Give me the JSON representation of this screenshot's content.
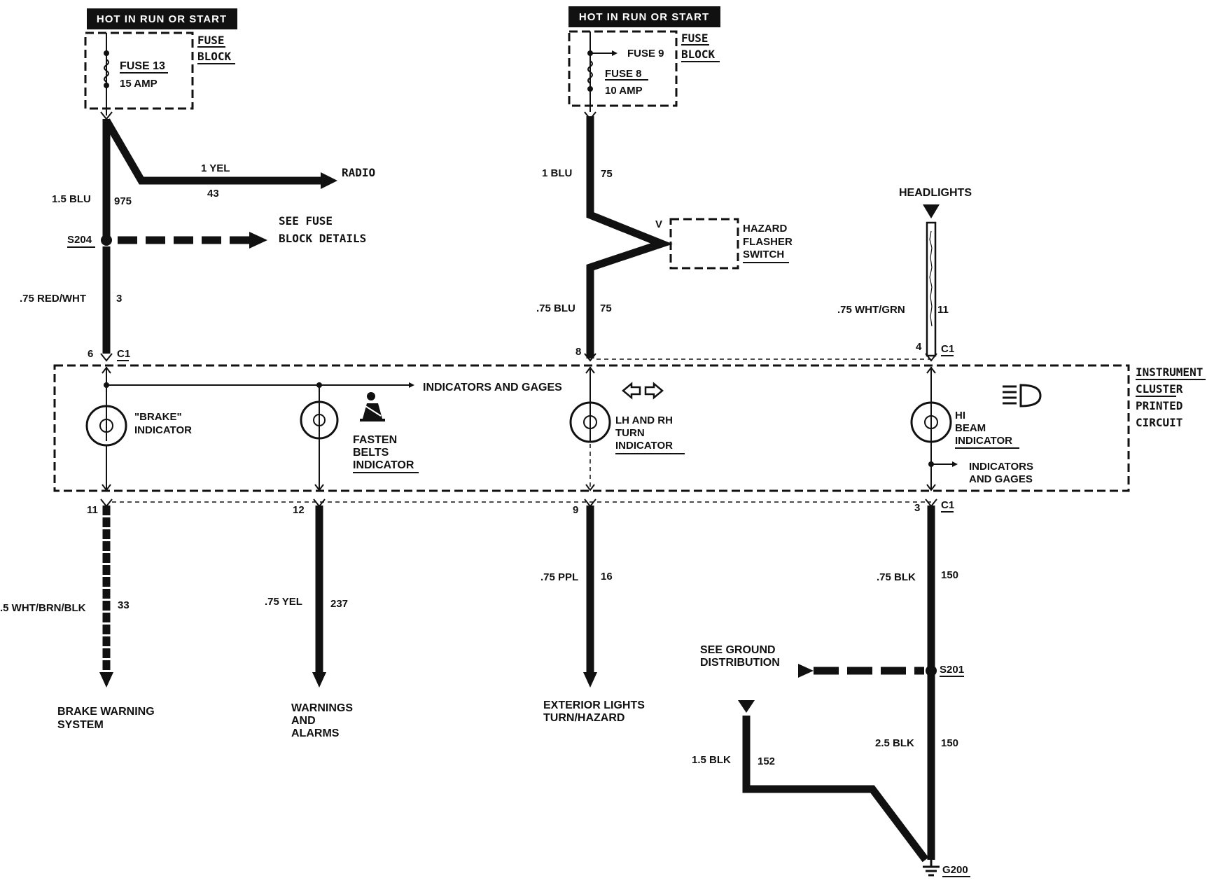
{
  "power": {
    "left_header": "HOT IN RUN OR START",
    "right_header": "HOT IN RUN OR START",
    "fuse_block": [
      "FUSE",
      "BLOCK"
    ],
    "left_fuse": {
      "name": "FUSE 13",
      "rating": "15 AMP"
    },
    "right_fuse_tap": "FUSE 9",
    "right_fuse": {
      "name": "FUSE 8",
      "rating": "10 AMP"
    }
  },
  "left_circuit": {
    "wire_top": "1.5 BLU",
    "circuit_top": "975",
    "branch_wire": "1 YEL",
    "branch_circuit": "43",
    "branch_dest": "RADIO",
    "splice": "S204",
    "see_fuse": [
      "SEE FUSE",
      "BLOCK DETAILS"
    ],
    "wire_mid": ".75 RED/WHT",
    "circuit_mid": "3",
    "pin_in": "6",
    "connector": "C1",
    "indicator": [
      "\"BRAKE\"",
      "INDICATOR"
    ],
    "pin_out": "11",
    "wire_out": ".5 WHT/BRN/BLK",
    "circuit_out": "33",
    "dest": [
      "BRAKE WARNING",
      "SYSTEM"
    ]
  },
  "belts_circuit": {
    "bus_label": "INDICATORS AND GAGES",
    "indicator": [
      "FASTEN",
      "BELTS",
      "INDICATOR"
    ],
    "pin_out": "12",
    "wire_out": ".75 YEL",
    "circuit_out": "237",
    "dest": [
      "WARNINGS",
      "AND",
      "ALARMS"
    ]
  },
  "turn_circuit": {
    "wire_top": "1 BLU",
    "circuit_top": "75",
    "hazard_pin": "V",
    "hazard": [
      "HAZARD",
      "FLASHER",
      "SWITCH"
    ],
    "wire_mid": ".75 BLU",
    "circuit_mid": "75",
    "pin_in": "8",
    "indicator": [
      "LH AND RH",
      "TURN",
      "INDICATOR"
    ],
    "pin_out": "9",
    "wire_out": ".75 PPL",
    "circuit_out": "16",
    "dest": [
      "EXTERIOR LIGHTS",
      "TURN/HAZARD"
    ]
  },
  "hibeam_circuit": {
    "source": "HEADLIGHTS",
    "wire_in": ".75 WHT/GRN",
    "circuit_in": "11",
    "pin_in": "4",
    "connector_in": "C1",
    "indicator": [
      "HI",
      "BEAM",
      "INDICATOR"
    ],
    "side_label": [
      "INDICATORS",
      "AND GAGES"
    ],
    "pin_out": "3",
    "connector_out": "C1",
    "wire_out": ".75 BLK",
    "circuit_out": "150",
    "see_ground": [
      "SEE GROUND",
      "DISTRIBUTION"
    ],
    "splice": "S201",
    "wire_ground": "2.5 BLK",
    "circuit_ground": "150",
    "wire_branch": "1.5 BLK",
    "circuit_branch": "152",
    "ground": "G200"
  },
  "cluster": [
    "INSTRUMENT",
    "CLUSTER",
    "PRINTED",
    "CIRCUIT"
  ]
}
